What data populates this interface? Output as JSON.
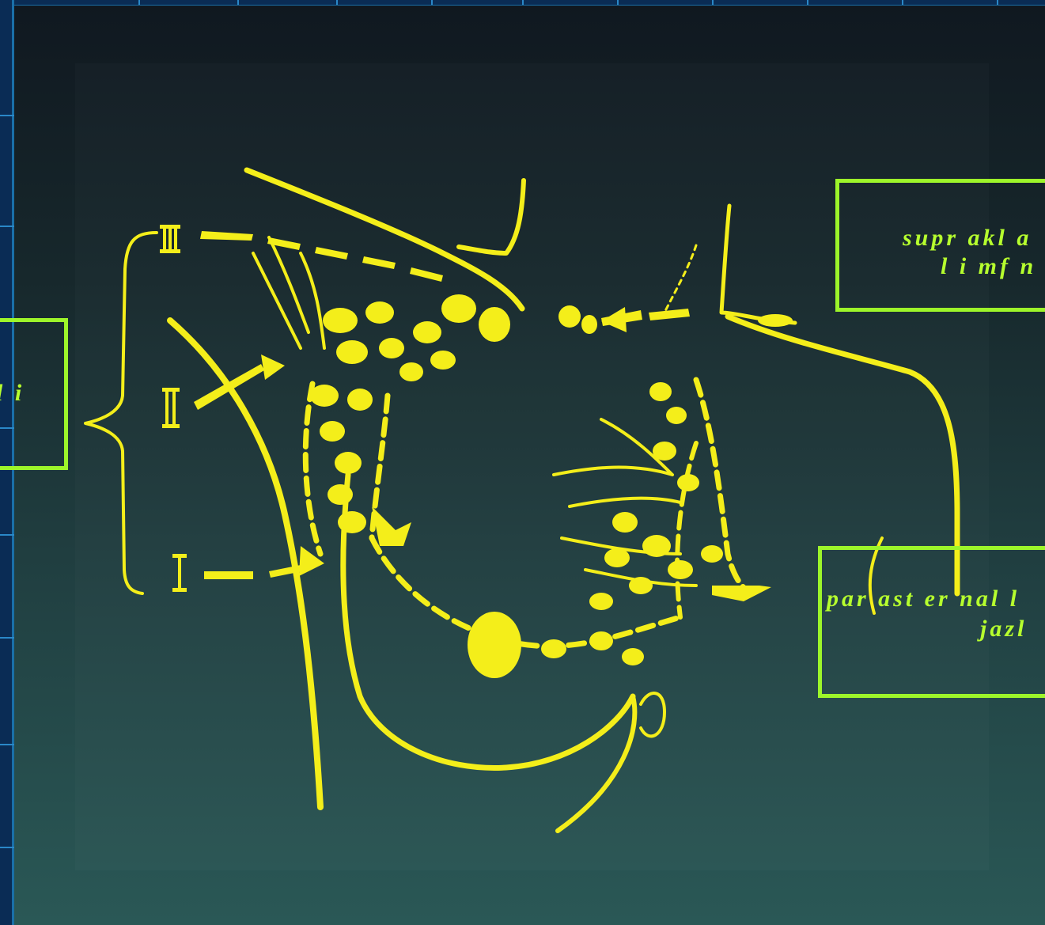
{
  "labels": {
    "left": "l i",
    "supra_line1": "supr akl a",
    "supra_line2": "l i mf  n",
    "parast_line1": "par ast  er nal l",
    "parast_line2": "jazl"
  },
  "levels": [
    "III",
    "II",
    "I"
  ],
  "colors": {
    "diagram": "#f4ee1a",
    "label": "#b6ff2e",
    "border": "#9df52a",
    "background_top": "#101820",
    "background_bottom": "#2a5856"
  }
}
